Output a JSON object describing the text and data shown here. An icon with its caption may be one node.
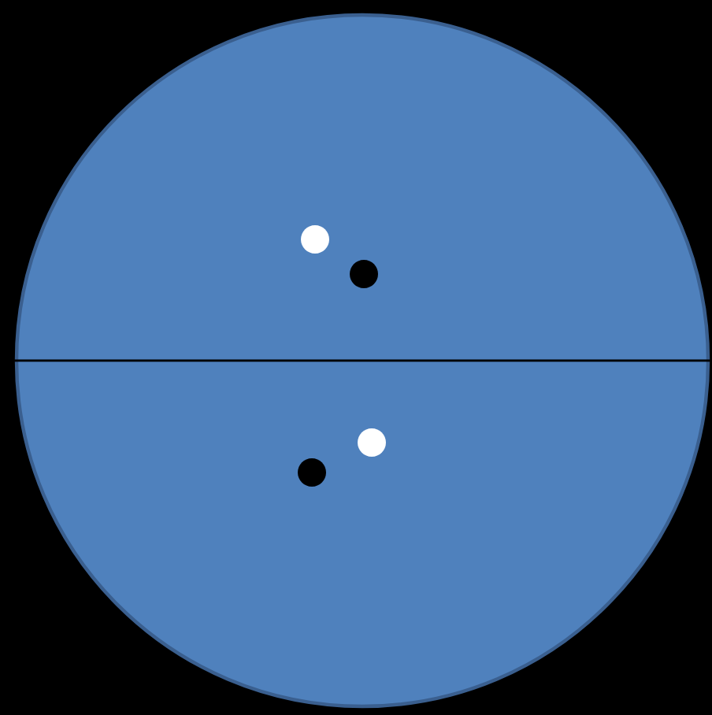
{
  "diagram": {
    "nodes": [
      {
        "text": [],
        "shape": "circle"
      },
      {
        "text": [],
        "shape": "circle",
        "in": 0
      },
      {
        "text": [],
        "shape": "circle",
        "in": 0
      },
      {
        "text": [],
        "shape": "circle",
        "in": 0
      },
      {
        "text": [],
        "shape": "circle",
        "in": 0
      }
    ]
  }
}
